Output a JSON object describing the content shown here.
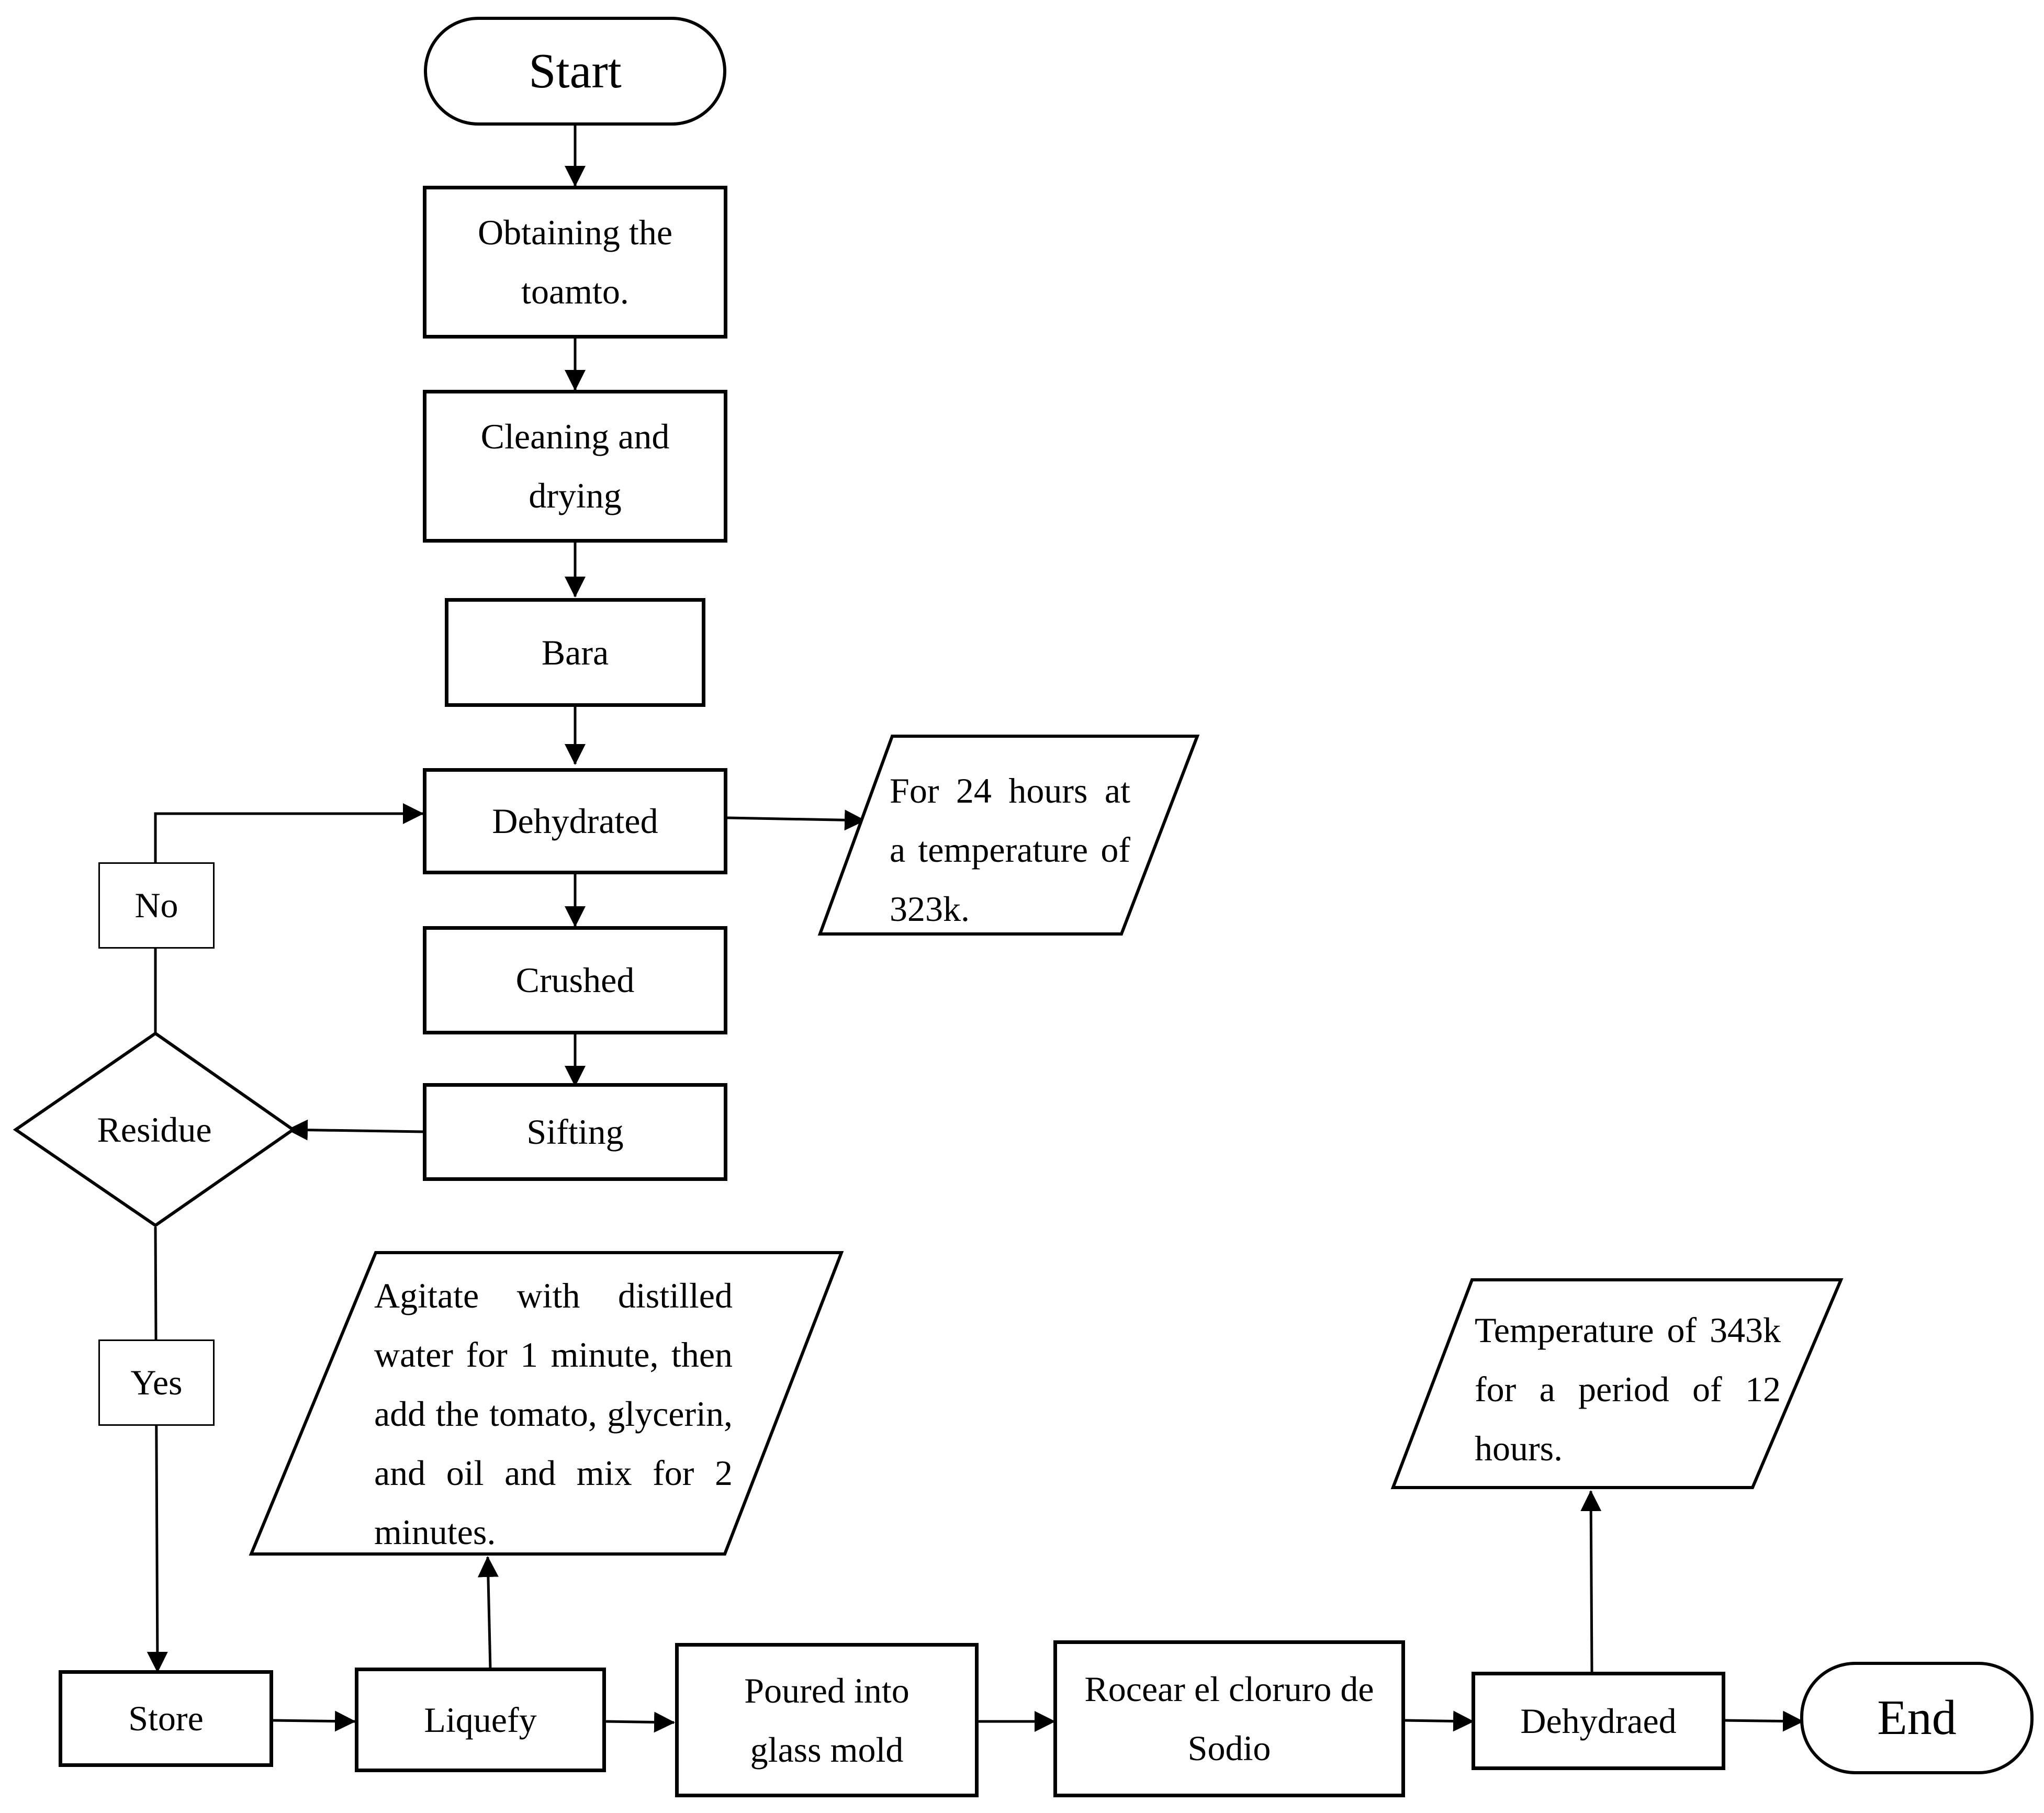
{
  "flowchart": {
    "start": "Start",
    "end": "End",
    "steps": {
      "obtaining": "Obtaining the toamto.",
      "cleaning": "Cleaning and drying",
      "bara": "Bara",
      "dehydrated": "Dehydrated",
      "crushed": "Crushed",
      "sifting": "Sifting",
      "store": "Store",
      "liquefy": "Liquefy",
      "poured": "Poured into glass mold",
      "rocear": "Rocear el cloruro de Sodio",
      "dehydraed": "Dehydraed"
    },
    "decision": {
      "label": "Residue",
      "no": "No",
      "yes": "Yes"
    },
    "notes": {
      "dehydration_condition": "For 24 hours at a temperature of 323k.",
      "mixing_instructions": "Agitate with distilled water for 1 minute, then add the tomato, glycerin, and oil and mix for 2 minutes.",
      "final_drying_condition": "Temperature of 343k for a period of 12 hours."
    }
  },
  "colors": {
    "line": "#000000",
    "fill": "#ffffff"
  }
}
